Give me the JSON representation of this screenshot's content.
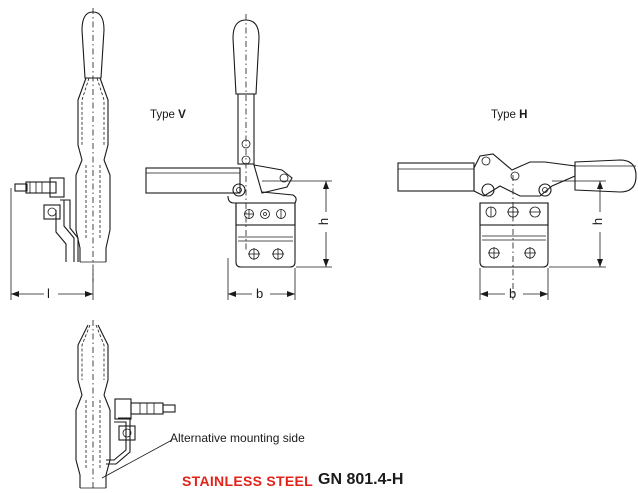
{
  "views": {
    "type_v": {
      "prefix": "Type ",
      "letter": "V"
    },
    "type_h": {
      "prefix": "Type ",
      "letter": "H"
    }
  },
  "dimensions": {
    "l": "l",
    "b_v": "b",
    "h_v": "h",
    "b_h": "b",
    "h_h": "h"
  },
  "note": "Alternative mounting side",
  "footer": {
    "material": "STAINLESS STEEL",
    "part_number": "GN 801.4-H"
  },
  "colors": {
    "material": "#e2231a",
    "line": "#1a1a1a"
  }
}
